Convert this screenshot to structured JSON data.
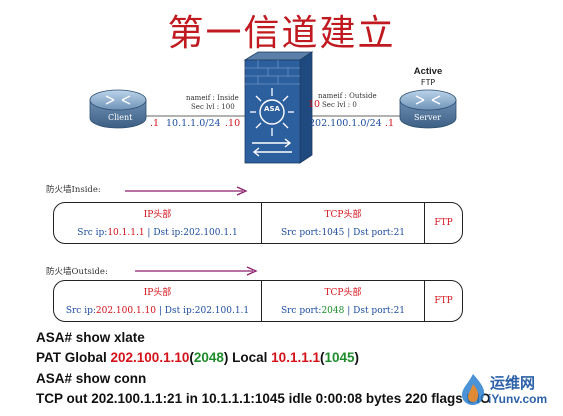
{
  "title": "第一信道建立",
  "topology": {
    "client_label": "Client",
    "server_label": "Server",
    "asa_label": "ASA",
    "active_label": "Active",
    "ftp_top_label": "FTP",
    "inside": {
      "nameif": "nameif : Inside",
      "sec": "Sec lvl : 100",
      "client_if": ".1",
      "network": "10.1.1.0/24",
      "asa_if": ".10"
    },
    "outside": {
      "nameif": "nameif : Outside",
      "sec": "Sec lvl : 0",
      "asa_if": "10",
      "network": "202.100.1.0/24",
      "server_if": ".1"
    }
  },
  "packets": [
    {
      "caption_prefix": "防火墙",
      "caption_word": "Inside",
      "caption_suffix": ":",
      "ip_head": "IP头部",
      "src_ip_label": "Src ip:",
      "src_ip": "10.1.1.1",
      "dst_ip_label": "Dst ip:",
      "dst_ip": "202.100.1.1",
      "tcp_head": "TCP头部",
      "src_port_label": "Src port:",
      "src_port": "1045",
      "dst_port_label": "Dst port:",
      "dst_port": "21",
      "payload": "FTP"
    },
    {
      "caption_prefix": "防火墙",
      "caption_word": "Outside",
      "caption_suffix": ":",
      "ip_head": "IP头部",
      "src_ip_label": "Src ip:",
      "src_ip": "202.100.1.10",
      "dst_ip_label": "Dst ip:",
      "dst_ip": "202.100.1.1",
      "tcp_head": "TCP头部",
      "src_port_label": "Src port:",
      "src_port": "2048",
      "dst_port_label": "Dst port:",
      "dst_port": "21",
      "payload": "FTP"
    }
  ],
  "cli": {
    "cmd1": "ASA# show xlate",
    "pat_prefix": "PAT Global",
    "pat_global_ip": "202.100.1.10",
    "pat_global_port": "2048",
    "pat_local_word": "Local",
    "pat_local_ip": "10.1.1.1",
    "pat_local_port": "1045",
    "cmd2": "ASA# show conn",
    "conn_line": "TCP out 202.100.1.1:21 in 10.1.1.1:1045 idle 0:00:08 bytes 220 flags UIO"
  },
  "watermark": {
    "text_cn": "运维网",
    "text_en": "iYunv.com"
  }
}
